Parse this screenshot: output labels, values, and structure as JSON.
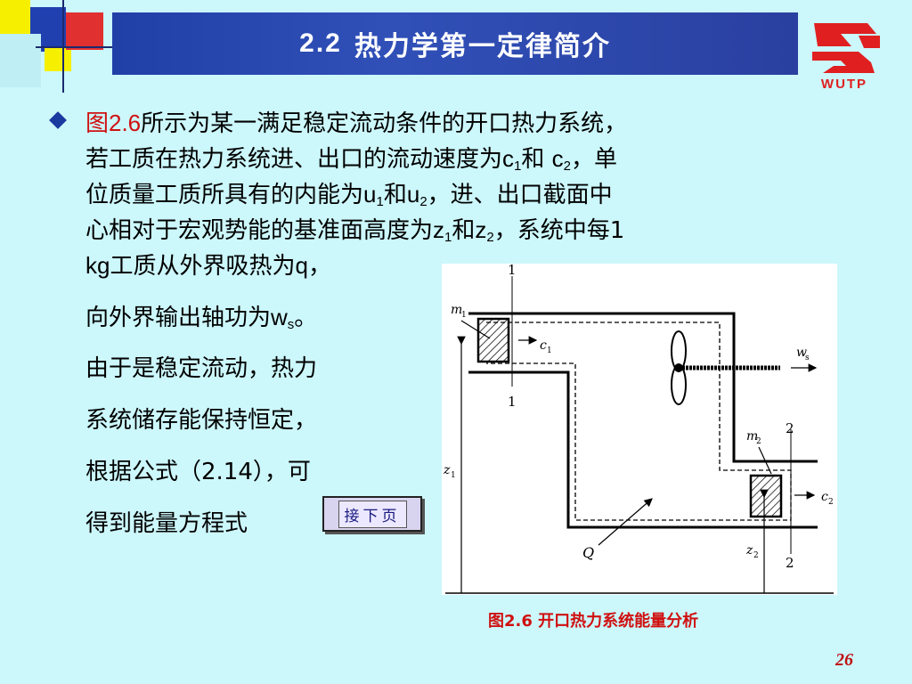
{
  "title": {
    "number": "2.2",
    "text": "热力学第一定律简介"
  },
  "logo": {
    "text": "WUTP"
  },
  "body": {
    "fig_ref": "图2.6",
    "l1": "所示为某一满足稳定流动条件的开口热力系统，",
    "l2a": "若工质在热力系统进、出口的流动速度为",
    "c": "c",
    "l2b": "和 ",
    "l2c": "，单",
    "l3a": "位质量工质所具有的内能为",
    "u": "u",
    "l3b": "和",
    "l3c": "，进、出口截面中",
    "l4a": "心相对于宏观势能的基准面高度为",
    "z": "z",
    "l4b": "和",
    "l4c": "，系统中每1",
    "l5a": "kg",
    "l5b": "工质从外界吸热为",
    "q": "q，",
    "l6a": "向外界输出轴功为",
    "w": "w",
    "s": "s",
    "l6b": "。",
    "l7": "由于是稳定流动，热力",
    "l8": "系统储存能保持恒定，",
    "l9": "根据公式（2.14），可",
    "l10": "得到能量方程式",
    "sub1": "1",
    "sub2": "2"
  },
  "next_button": {
    "label": "接下页"
  },
  "figure": {
    "labels": {
      "s1_top": "1",
      "s1_bot": "1",
      "s2_top": "2",
      "s2_bot": "2",
      "m1": "m",
      "m1_sub": "1",
      "m2": "m",
      "m2_sub": "2",
      "c1": "c",
      "c1_sub": "1",
      "c2": "c",
      "c2_sub": "2",
      "ws": "w",
      "ws_sub": "s",
      "z1": "z",
      "z1_sub": "1",
      "z2": "z",
      "z2_sub": "2",
      "Q": "Q"
    },
    "caption": "图2.6 开口热力系统能量分析"
  },
  "page_number": "26",
  "colors": {
    "title_bg": "#2a44a8",
    "background": "#ccf7fb",
    "accent_red": "#d01010"
  }
}
